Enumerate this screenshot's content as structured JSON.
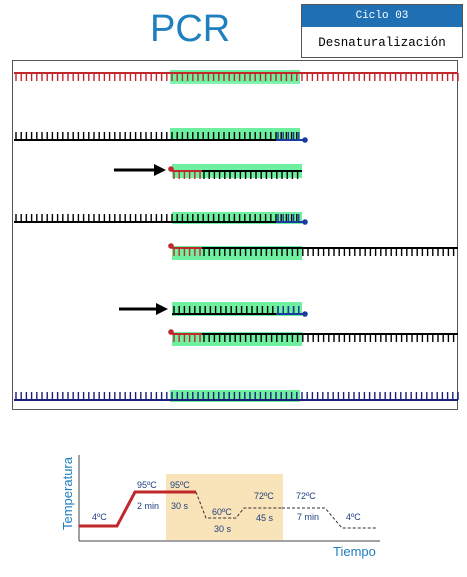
{
  "title": "PCR",
  "cycle": {
    "label": "Ciclo 03",
    "step": "Desnaturalización"
  },
  "colors": {
    "title": "#1f7fbf",
    "parent_top": "#c0282c",
    "parent_bottom": "#1a1f7a",
    "new_strand": "#000000",
    "primer": "#c0282c",
    "primer_end": "#1a3aa0",
    "target_region": "#6ef0a0",
    "extension_box": "#f9e3b8",
    "temp_line": "#c0282c",
    "arrow": "#000000"
  },
  "temperature_profile": {
    "y_axis_label": "Temperatura",
    "x_axis_label": "Tiempo",
    "steps": [
      {
        "temp": "4ºC",
        "time": ""
      },
      {
        "temp": "95ºC",
        "time": "2 min"
      },
      {
        "temp": "95ºC",
        "time": "30 s"
      },
      {
        "temp": "60ºC",
        "time": "30 s"
      },
      {
        "temp": "72ºC",
        "time": "45 s"
      },
      {
        "temp": "72ºC",
        "time": "7 min"
      },
      {
        "temp": "4ºC",
        "time": ""
      }
    ]
  }
}
